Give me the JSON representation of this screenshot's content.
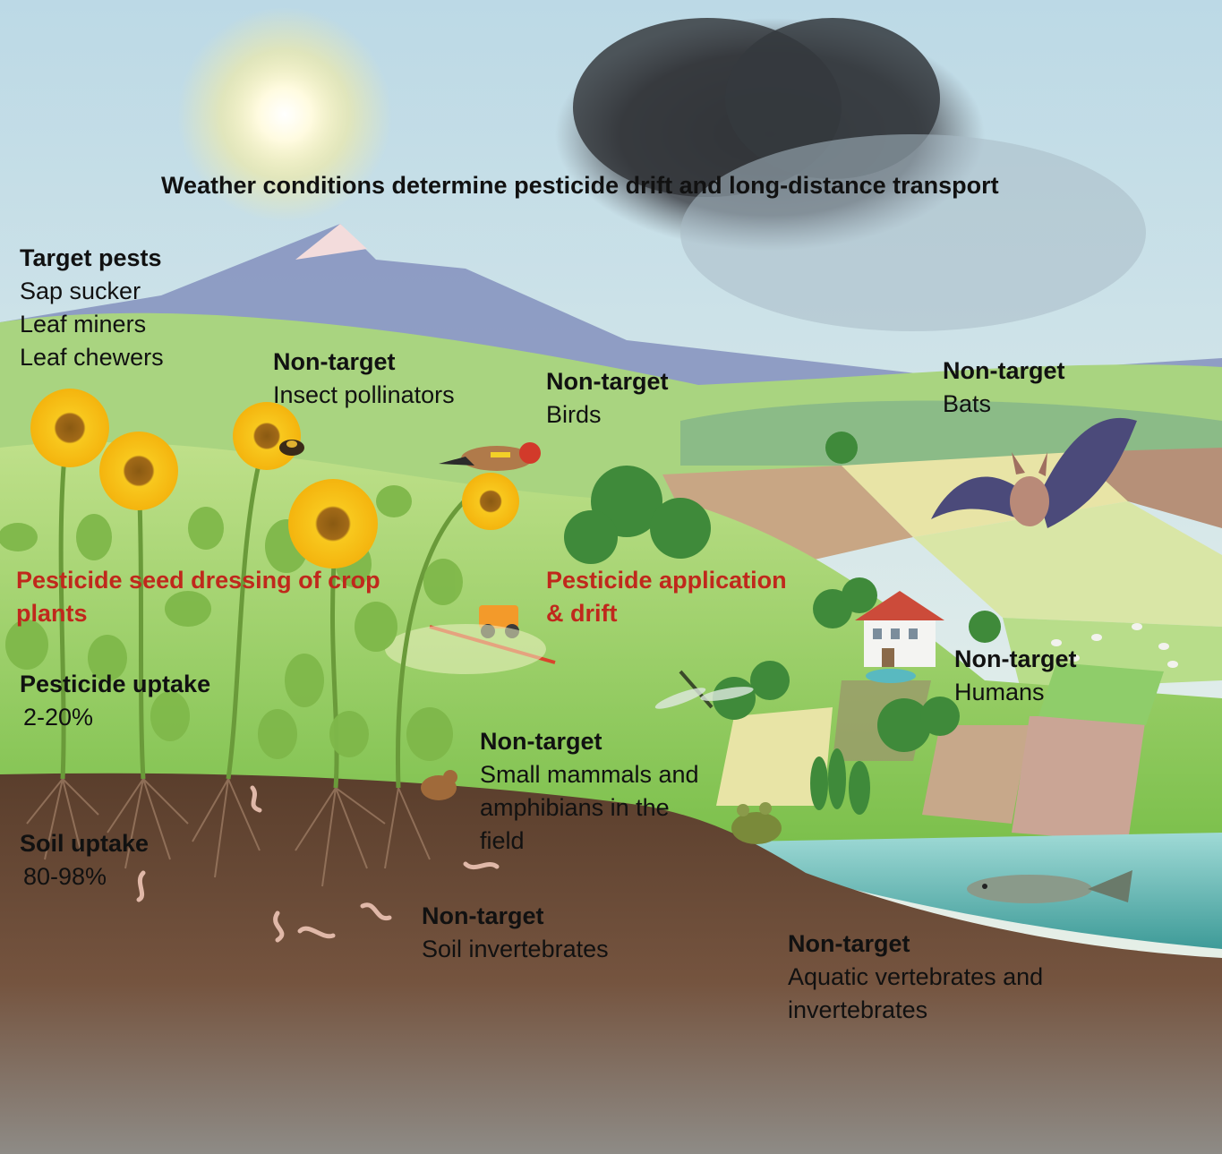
{
  "title": "Weather conditions determine pesticide drift and long-distance transport",
  "target_pests": {
    "heading": "Target pests",
    "items": [
      "Sap sucker",
      "Leaf miners",
      "Leaf chewers"
    ]
  },
  "pollinators": {
    "heading": "Non-target",
    "text": "Insect pollinators"
  },
  "birds": {
    "heading": "Non-target",
    "text": "Birds"
  },
  "bats": {
    "heading": "Non-target",
    "text": "Bats"
  },
  "seed_dressing": {
    "line1": "Pesticide seed dressing of crop",
    "line2": "plants"
  },
  "application": {
    "line1": "Pesticide application",
    "line2": "& drift"
  },
  "humans": {
    "heading": "Non-target",
    "text": "Humans"
  },
  "pesticide_uptake": {
    "heading": "Pesticide uptake",
    "value": "2-20%"
  },
  "mammals": {
    "heading": "Non-target",
    "line1": "Small mammals and",
    "line2": "amphibians in the",
    "line3": "field"
  },
  "soil_uptake": {
    "heading": "Soil uptake",
    "value": "80-98%"
  },
  "soil_invertebrates": {
    "heading": "Non-target",
    "text": "Soil invertebrates"
  },
  "aquatic": {
    "heading": "Non-target",
    "line1": "Aquatic vertebrates and",
    "line2": "invertebrates"
  },
  "colors": {
    "highlight_red": "#c0281c",
    "sky": "#cfe3ea",
    "soil": "#6b4a36",
    "water": "#4fb3b0",
    "field_green": "#8cc45a"
  }
}
